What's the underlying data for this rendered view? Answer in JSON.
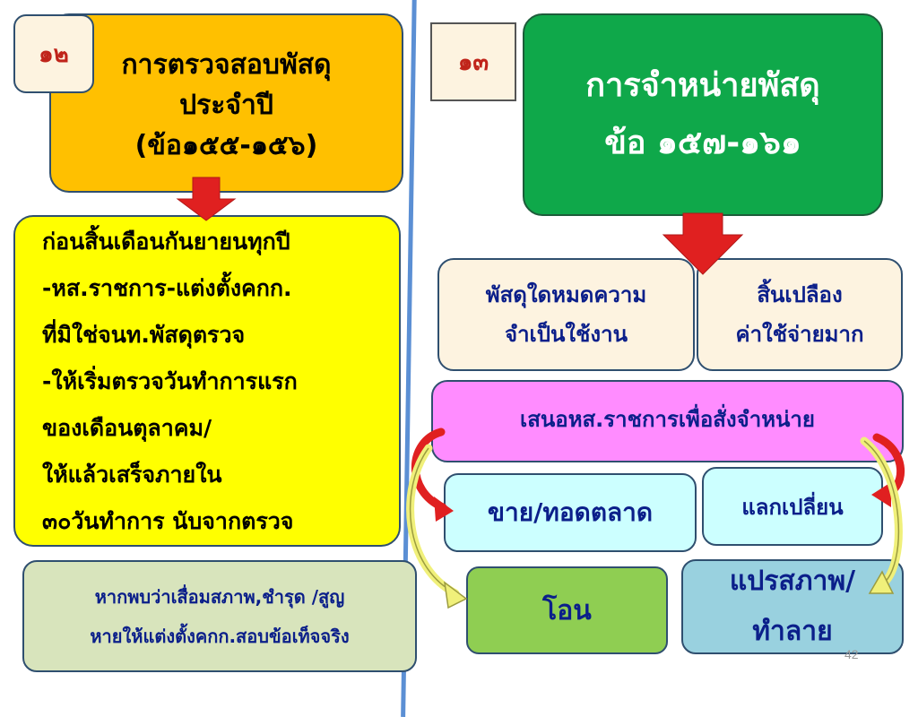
{
  "left": {
    "badge": "๑๒",
    "title_lines": [
      "การตรวจสอบพัสดุ",
      "ประจำปี",
      "(ข้อ๑๕๕-๑๕๖)"
    ],
    "detail_lines": [
      "ก่อนสิ้นเดือนกันยายนทุกปี",
      "-หส.ราชการ-แต่งตั้งคกก.",
      "ที่มิใช่จนท.พัสดุตรวจ",
      "-ให้เริ่มตรวจวันทำการแรก",
      "ของเดือนตุลาคม/",
      "ให้แล้วเสร็จภายใน",
      "๓๐วันทำการ นับจากตรวจ"
    ],
    "note_lines": [
      "หากพบว่าเสื่อมสภาพ,ชำรุด /สูญ",
      "หายให้แต่งตั้งคกก.สอบข้อเท็จจริง"
    ]
  },
  "right": {
    "badge": "๑๓",
    "title_lines": [
      "การจำหน่ายพัสดุ",
      "ข้อ ๑๕๗-๑๖๑"
    ],
    "cond1_lines": [
      "พัสดุใดหมดความ",
      "จำเป็นใช้งาน"
    ],
    "cond2_lines": [
      "สิ้นเปลือง",
      "ค่าใช้จ่ายมาก"
    ],
    "propose": "เสนอหส.ราชการเพื่อสั่งจำหน่าย",
    "sell": "ขาย/ทอดตลาด",
    "exchange": "แลกเปลี่ยน",
    "transfer": "โอน",
    "destroy_lines": [
      "แปรสภาพ/",
      "ทำลาย"
    ]
  },
  "page_number": "42",
  "colors": {
    "orange": "#ffc000",
    "yellow": "#ffff00",
    "sage": "#d8e4bc",
    "green": "#0fa84a",
    "cream": "#fdf3e0",
    "pink": "#ff8cff",
    "cyan": "#ccffff",
    "lime": "#8fce52",
    "skyblue": "#99d1df",
    "arrow_red": "#e02020",
    "divider_blue": "#5b8fd4"
  }
}
